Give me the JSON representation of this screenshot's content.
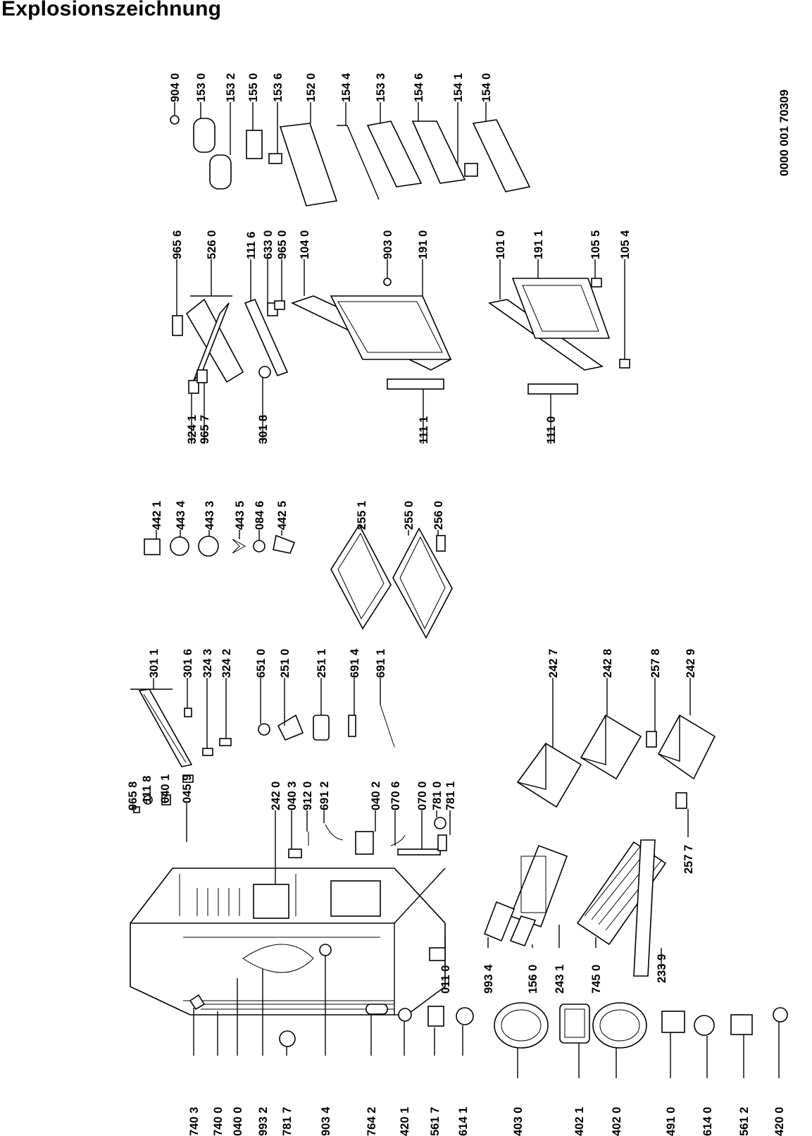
{
  "title": "Explosionszeichnung",
  "document_number": "0000 001 70309",
  "accent_color": "#000000",
  "part_labels": [
    "740 3",
    "740 0",
    "040 0",
    "993 2",
    "781 7",
    "903 4",
    "764 2",
    "420 1",
    "561 7",
    "614 1",
    "403 0",
    "402 1",
    "402 0",
    "491 0",
    "614 0",
    "561 2",
    "420 0",
    "011 0",
    "993 4",
    "156 0",
    "243 1",
    "745 0",
    "233 9",
    "257 7",
    "965 8",
    "111 8",
    "040 1",
    "045 9",
    "242 0",
    "040 3",
    "912 0",
    "691 2",
    "040 2",
    "070 6",
    "070 0",
    "781 0",
    "781 1",
    "301 1",
    "301 6",
    "324 3",
    "324 2",
    "651 0",
    "251 0",
    "251 1",
    "691 4",
    "691 1",
    "242 7",
    "242 8",
    "257 8",
    "242 9",
    "442 1",
    "443 4",
    "443 3",
    "443 5",
    "084 6",
    "442 5",
    "255 1",
    "255 0",
    "256 0",
    "324 1",
    "965 7",
    "301 8",
    "111 1",
    "111 0",
    "965 6",
    "526 0",
    "111 6",
    "633 0",
    "965 0",
    "104 0",
    "903 0",
    "191 0",
    "101 0",
    "191 1",
    "105 5",
    "105 4",
    "904 0",
    "153 0",
    "153 2",
    "155 0",
    "153 6",
    "152 0",
    "154 4",
    "153 3",
    "154 6",
    "154 1",
    "154 0"
  ]
}
